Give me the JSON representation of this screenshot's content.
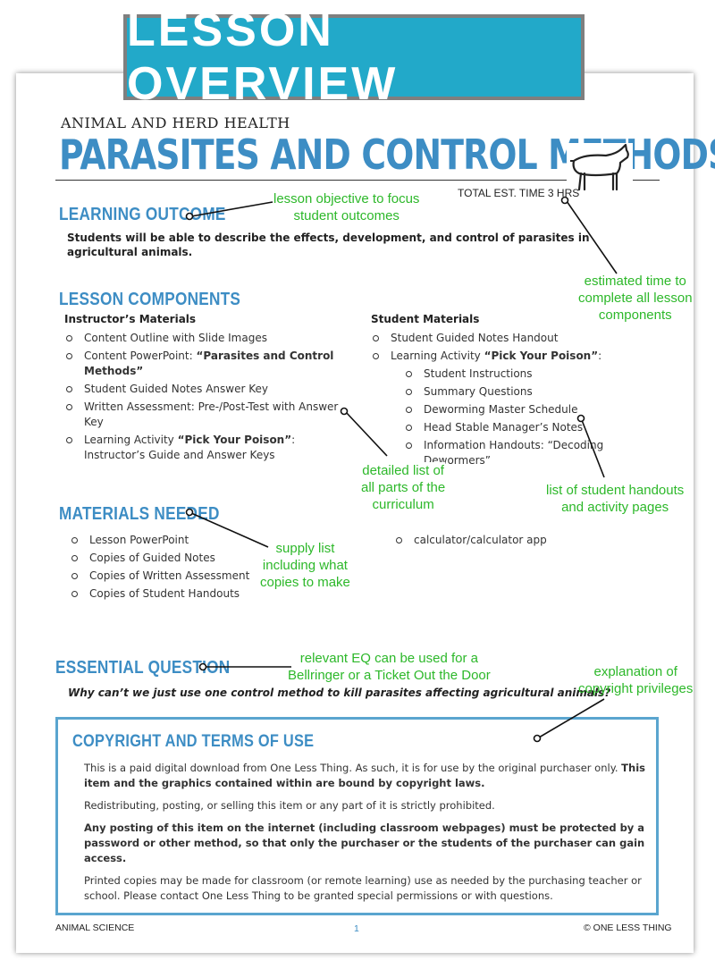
{
  "banner": {
    "text": "LESSON OVERVIEW"
  },
  "page": {
    "subject": "ANIMAL AND HERD HEALTH",
    "title": "PARASITES AND CONTROL METHODS",
    "total_time": "TOTAL EST. TIME 3 HRS"
  },
  "learning_outcome": {
    "heading": "LEARNING OUTCOME",
    "text": "Students will be able to describe the effects, development, and control of parasites in agricultural animals."
  },
  "lesson_components": {
    "heading": "LESSON COMPONENTS",
    "instructor_heading": "Instructor’s Materials",
    "instructor_items": [
      {
        "text": "Content Outline with Slide Images"
      },
      {
        "pre": "Content PowerPoint: ",
        "bold": "“Parasites and Control Methods”"
      },
      {
        "text": "Student Guided Notes Answer Key"
      },
      {
        "text": "Written Assessment: Pre-/Post-Test with Answer Key"
      },
      {
        "pre": "Learning Activity ",
        "bold": "“Pick Your Poison”",
        "post": ": Instructor’s Guide and Answer Keys"
      }
    ],
    "student_heading": "Student Materials",
    "student_items": [
      {
        "text": "Student Guided Notes Handout"
      },
      {
        "pre": "Learning Activity ",
        "bold": "“Pick Your Poison”",
        "post": ":"
      }
    ],
    "student_subitems": [
      "Student Instructions",
      "Summary Questions",
      "Deworming Master Schedule",
      "Head Stable Manager’s Notes",
      "Information Handouts: “Decoding Dewormers”"
    ]
  },
  "materials_needed": {
    "heading": "MATERIALS NEEDED",
    "left_items": [
      "Lesson PowerPoint",
      "Copies of Guided Notes",
      "Copies of Written Assessment",
      "Copies of Student Handouts"
    ],
    "right_items": [
      "calculator/calculator app"
    ]
  },
  "essential_question": {
    "heading": "ESSENTIAL QUESTION",
    "text": "Why can’t we just use one control method to kill parasites affecting agricultural animals?"
  },
  "copyright": {
    "heading": "COPYRIGHT AND TERMS OF USE",
    "p1": "This is a paid digital download from One Less Thing. As such, it is for use by the original purchaser only.",
    "p1_bold": "This item and the graphics contained within are bound by copyright laws.",
    "p2": "Redistributing, posting, or selling this item or any part of it is strictly prohibited.",
    "p3": "Any posting of this item on the internet (including classroom webpages) must be protected by a password or other method, so that only the purchaser or the students of the purchaser can gain access.",
    "p4": "Printed copies may be made for classroom (or remote learning) use as needed by the purchasing teacher or school. Please contact One Less Thing to be granted special permissions or with questions."
  },
  "footer": {
    "left": "ANIMAL SCIENCE",
    "page_number": "1",
    "right": "© ONE LESS THING"
  },
  "annotations": {
    "objective": "lesson objective to focus\nstudent  outcomes",
    "time": "estimated time to\ncomplete all lesson\ncomponents",
    "components": "detailed list of\nall parts of the\ncurriculum",
    "handouts": "list of student handouts\nand activity pages",
    "supplies": "supply list\nincluding what\ncopies to make",
    "eq": "relevant EQ can be used for a\nBellringer or a Ticket Out the Door",
    "copyright": "explanation of\ncopyright privileges"
  },
  "colors": {
    "banner": "#22a9c9",
    "heading_blue": "#3d8dc4",
    "annotation_green": "#2db82a",
    "box_border": "#5aa5cf"
  }
}
